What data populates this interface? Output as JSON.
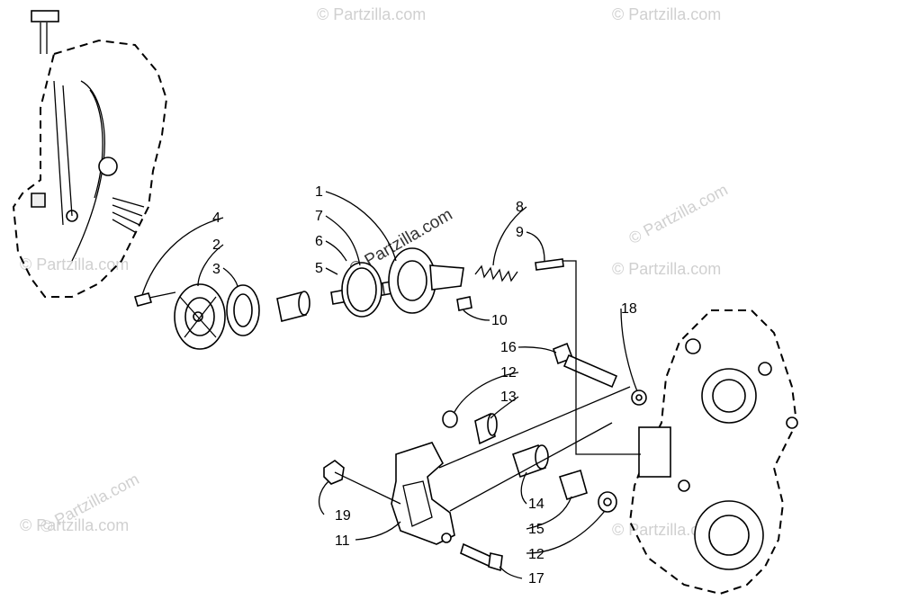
{
  "watermark": "© Partzilla.com",
  "callouts": [
    "1",
    "2",
    "3",
    "4",
    "5",
    "6",
    "7",
    "8",
    "9",
    "10",
    "11",
    "12",
    "13",
    "14",
    "15",
    "16",
    "17",
    "18",
    "19"
  ]
}
